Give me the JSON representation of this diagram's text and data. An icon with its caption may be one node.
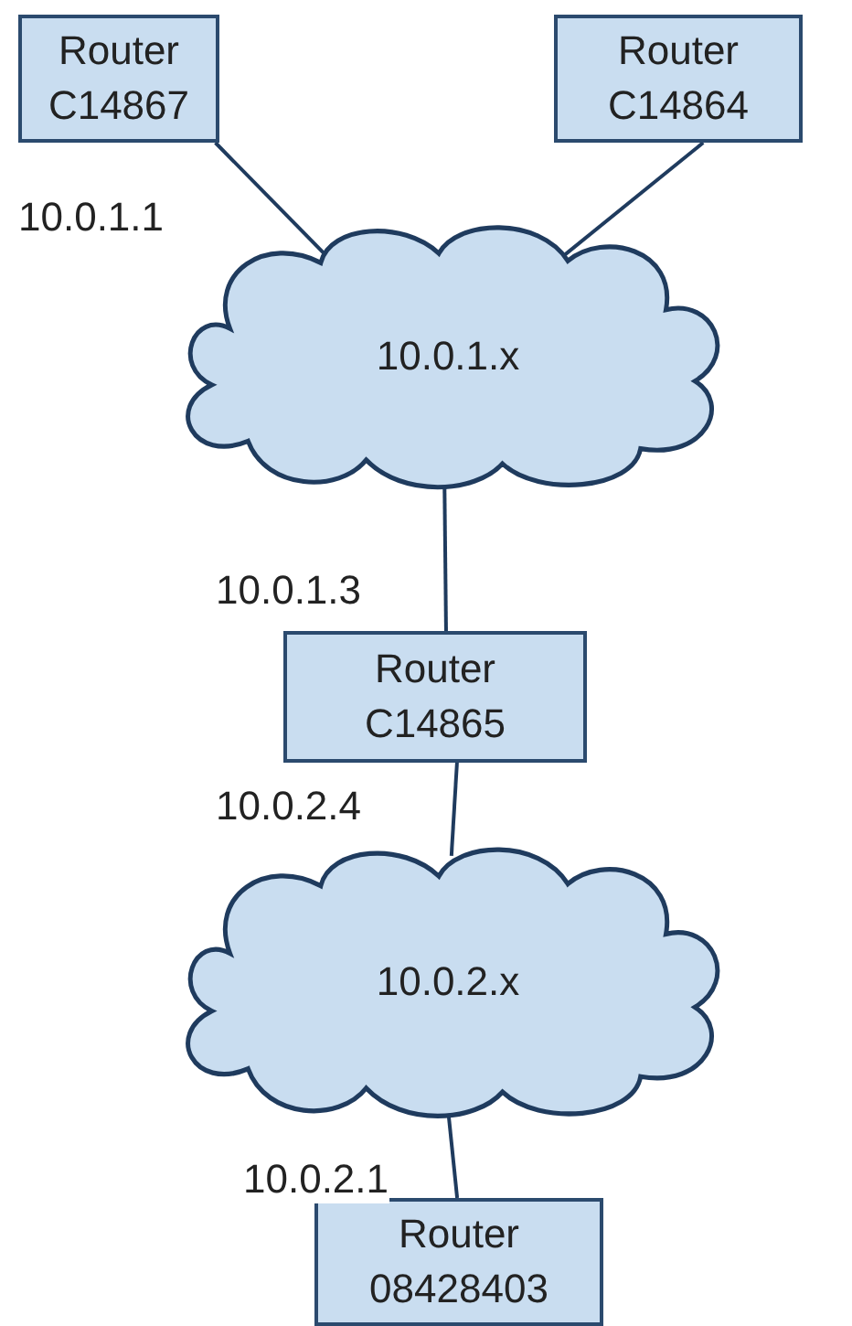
{
  "diagram": {
    "nodes": [
      {
        "text": [
          "Router C14867"
        ]
      },
      {
        "text": [
          "Router C14864"
        ]
      },
      {
        "text": [
          "10.0.1.x"
        ]
      },
      {
        "text": [
          "Router C14865"
        ]
      },
      {
        "text": [
          "10.0.2.x"
        ]
      },
      {
        "text": [
          "Router 08428403"
        ]
      }
    ],
    "edges": [
      {
        "from": 0,
        "to": 2,
        "arrow": "none",
        "label": "10.0.1.1"
      },
      {
        "from": 1,
        "to": 2,
        "arrow": "none"
      },
      {
        "from": 3,
        "to": 2,
        "arrow": "none",
        "label": "10.0.1.3"
      },
      {
        "from": 3,
        "to": 4,
        "arrow": "none",
        "label": "10.0.2.4"
      },
      {
        "from": 5,
        "to": 4,
        "arrow": "none",
        "label": "10.0.2.1"
      }
    ]
  }
}
